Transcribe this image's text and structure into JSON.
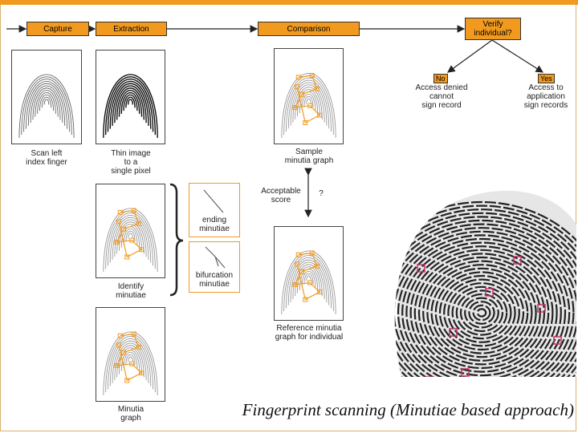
{
  "steps": {
    "capture": "Capture",
    "extraction": "Extraction",
    "comparison": "Comparison",
    "verify": "Verify\nindividual?"
  },
  "captions": {
    "scan": "Scan left\nindex finger",
    "thin": "Thin image\nto a\nsingle pixel",
    "identify": "Identify\nminutiae",
    "minutia_graph": "Minutia\ngraph",
    "sample": "Sample\nminutia graph",
    "reference": "Reference minutia\ngraph for individual",
    "acceptable": "Acceptable\nscore",
    "question": "?",
    "ending": "ending\nminutiae",
    "bifurcation": "bifurcation\nminutiae"
  },
  "outcomes": {
    "no_tag": "No",
    "no_text": "Access denied\ncannot\nsign record",
    "yes_tag": "Yes",
    "yes_text": "Access to\napplication\nsign records"
  },
  "title": "Fingerprint scanning (Minutiae based approach)",
  "colors": {
    "accent": "#f29a1f",
    "ridge": "#555555"
  }
}
